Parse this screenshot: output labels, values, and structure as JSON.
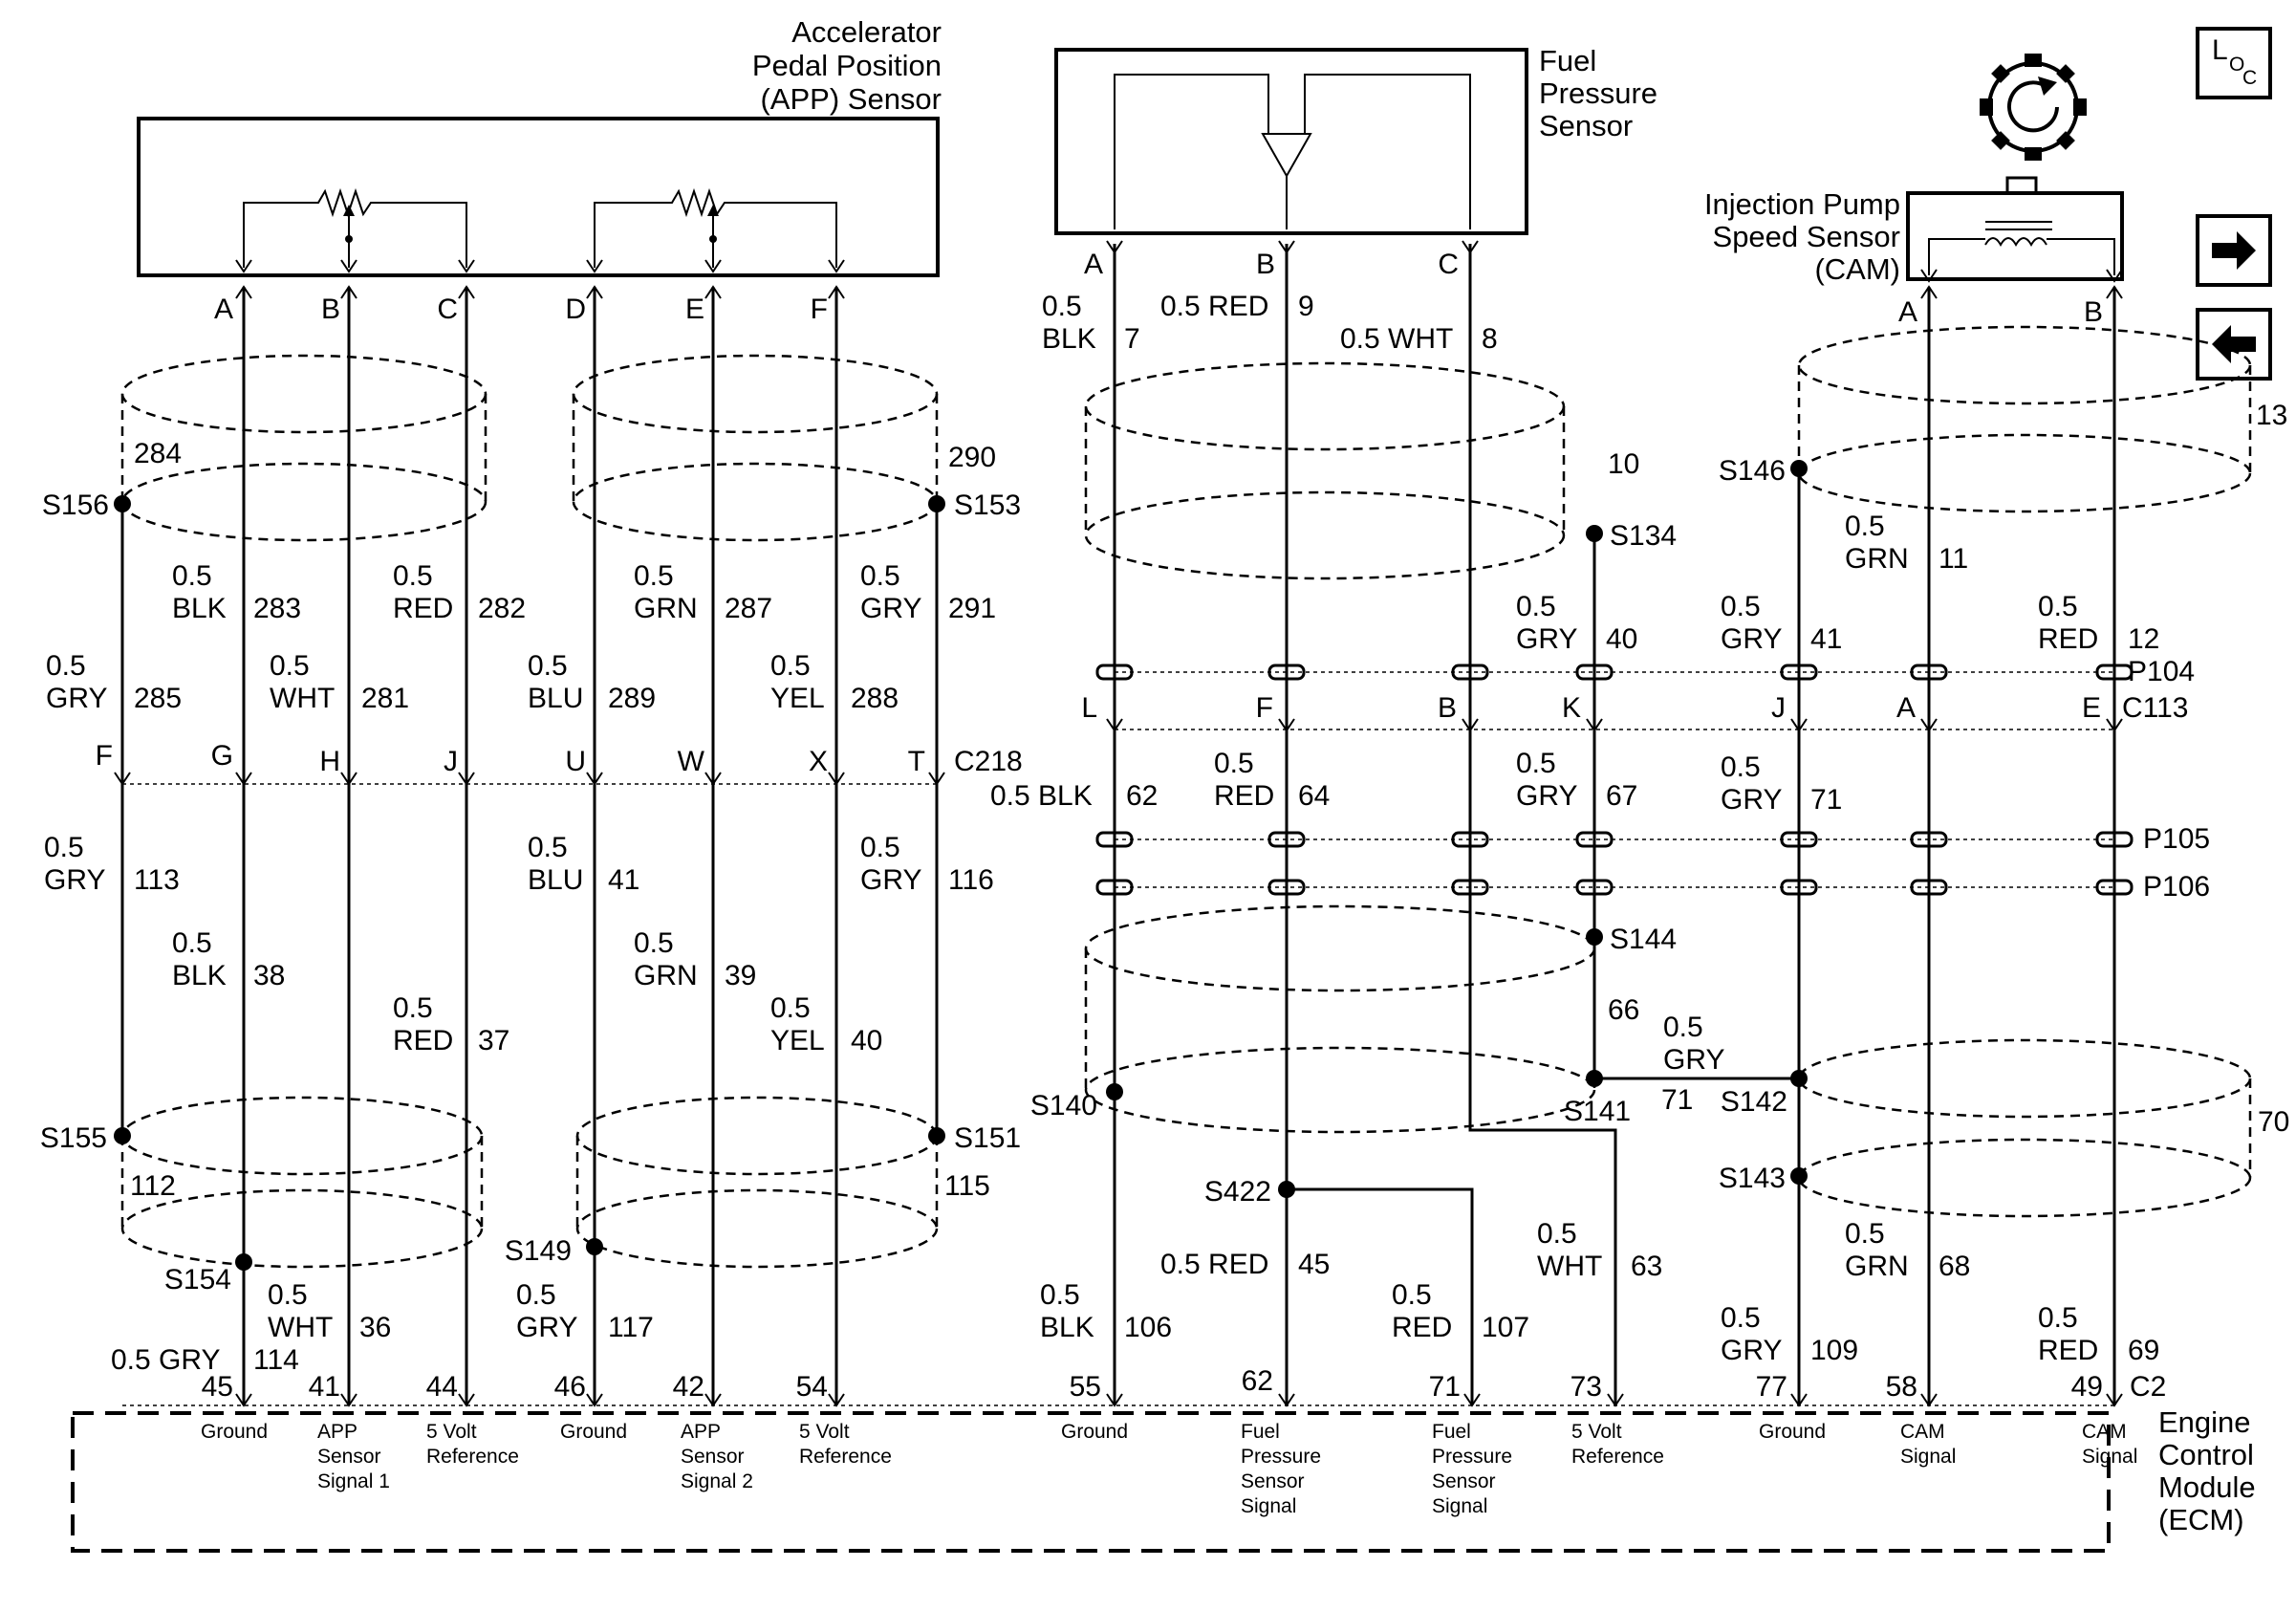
{
  "components": {
    "app_sensor": [
      "Accelerator",
      "Pedal Position",
      "(APP) Sensor"
    ],
    "fuel_pressure_sensor": [
      "Fuel",
      "Pressure",
      "Sensor"
    ],
    "injection_pump_sensor": [
      "Injection Pump",
      "Speed Sensor",
      "(CAM)"
    ],
    "ecm": [
      "Engine",
      "Control",
      "Module",
      "(ECM)"
    ]
  },
  "nav": {
    "loc_icon": [
      "L",
      "O",
      "C"
    ],
    "forward_icon": "arrow-right-icon",
    "back_icon": "arrow-left-icon"
  },
  "connectors": {
    "c218": "C218",
    "c113": "C113",
    "p104": "P104",
    "p105": "P105",
    "p106": "P106",
    "c2": "C2"
  },
  "app_pins": [
    "A",
    "B",
    "C",
    "D",
    "E",
    "F"
  ],
  "fps_pins": [
    "A",
    "B",
    "C"
  ],
  "cam_pins": [
    "A",
    "B"
  ],
  "c218_pins": [
    "F",
    "G",
    "H",
    "J",
    "U",
    "W",
    "X",
    "T"
  ],
  "c113_pins": [
    "L",
    "F",
    "B",
    "K",
    "J",
    "A",
    "E"
  ],
  "splices": [
    "S156",
    "S153",
    "S155",
    "S151",
    "S154",
    "S149",
    "S134",
    "S146",
    "S144",
    "S140",
    "S141",
    "S142",
    "S143",
    "S422"
  ],
  "shields": [
    "284",
    "290",
    "112",
    "115",
    "10",
    "13",
    "66",
    "70"
  ],
  "wires_upper_left": [
    {
      "size": "0.5",
      "color": "BLK",
      "circuit": "283"
    },
    {
      "size": "0.5",
      "color": "RED",
      "circuit": "282"
    },
    {
      "size": "0.5",
      "color": "GRN",
      "circuit": "287"
    },
    {
      "size": "0.5",
      "color": "GRY",
      "circuit": "291"
    },
    {
      "size": "0.5",
      "color": "GRY",
      "circuit": "285"
    },
    {
      "size": "0.5",
      "color": "WHT",
      "circuit": "281"
    },
    {
      "size": "0.5",
      "color": "BLU",
      "circuit": "289"
    },
    {
      "size": "0.5",
      "color": "YEL",
      "circuit": "288"
    }
  ],
  "wires_lower_left": [
    {
      "size": "0.5",
      "color": "GRY",
      "circuit": "113"
    },
    {
      "size": "0.5",
      "color": "BLU",
      "circuit": "41"
    },
    {
      "size": "0.5",
      "color": "GRY",
      "circuit": "116"
    },
    {
      "size": "0.5",
      "color": "BLK",
      "circuit": "38"
    },
    {
      "size": "0.5",
      "color": "GRN",
      "circuit": "39"
    },
    {
      "size": "0.5",
      "color": "RED",
      "circuit": "37"
    },
    {
      "size": "0.5",
      "color": "YEL",
      "circuit": "40"
    },
    {
      "size": "0.5",
      "color": "WHT",
      "circuit": "36"
    },
    {
      "size": "0.5",
      "color": "GRY",
      "circuit": "117"
    },
    {
      "size": "0.5 GRY",
      "circuit": "114"
    }
  ],
  "wires_right_top": [
    {
      "size": "0.5",
      "color": "BLK",
      "circuit": "7"
    },
    {
      "label": "0.5 RED",
      "circuit": "9"
    },
    {
      "label": "0.5 WHT",
      "circuit": "8"
    },
    {
      "size": "0.5",
      "color": "GRN",
      "circuit": "11"
    },
    {
      "size": "0.5",
      "color": "GRY",
      "circuit": "40"
    },
    {
      "size": "0.5",
      "color": "GRY",
      "circuit": "41"
    },
    {
      "size": "0.5",
      "color": "RED",
      "circuit": "12"
    }
  ],
  "wires_right_mid": [
    {
      "label": "0.5 BLK",
      "circuit": "62"
    },
    {
      "size": "0.5",
      "color": "RED",
      "circuit": "64"
    },
    {
      "size": "0.5",
      "color": "GRY",
      "circuit": "67"
    },
    {
      "size": "0.5",
      "color": "GRY",
      "circuit": "71"
    },
    {
      "size": "0.5",
      "color": "GRY",
      "circuit": "71"
    }
  ],
  "wires_right_bottom": [
    {
      "label": "0.5 RED",
      "circuit": "45"
    },
    {
      "size": "0.5",
      "color": "BLK",
      "circuit": "106"
    },
    {
      "size": "0.5",
      "color": "RED",
      "circuit": "107"
    },
    {
      "size": "0.5",
      "color": "WHT",
      "circuit": "63"
    },
    {
      "size": "0.5",
      "color": "GRY",
      "circuit": "109"
    },
    {
      "size": "0.5",
      "color": "GRN",
      "circuit": "68"
    },
    {
      "size": "0.5",
      "color": "RED",
      "circuit": "69"
    }
  ],
  "ecm_pins": [
    "45",
    "41",
    "44",
    "46",
    "42",
    "54",
    "55",
    "62",
    "71",
    "73",
    "77",
    "58",
    "49"
  ],
  "ecm_functions": [
    [
      "Ground"
    ],
    [
      "APP",
      "Sensor",
      "Signal 1"
    ],
    [
      "5 Volt",
      "Reference"
    ],
    [
      "Ground"
    ],
    [
      "APP",
      "Sensor",
      "Signal 2"
    ],
    [
      "5 Volt",
      "Reference"
    ],
    [
      "Ground"
    ],
    [
      "Fuel",
      "Pressure",
      "Sensor",
      "Signal"
    ],
    [
      "Fuel",
      "Pressure",
      "Sensor",
      "Signal"
    ],
    [
      "5 Volt",
      "Reference"
    ],
    [
      "Ground"
    ],
    [
      "CAM",
      "Signal"
    ],
    [
      "CAM",
      "Signal"
    ]
  ]
}
